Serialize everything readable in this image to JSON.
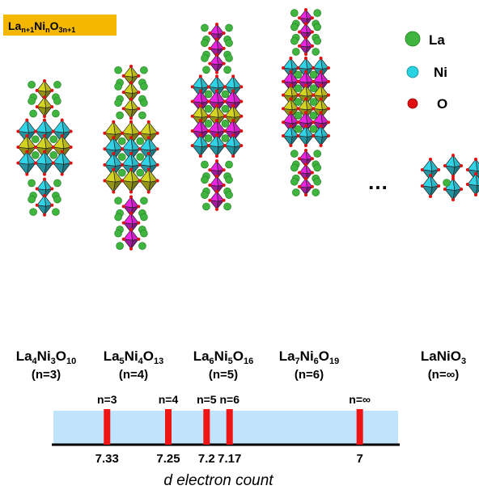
{
  "title_badge": {
    "base": "La",
    "sub1": "n+1",
    "mid": "Ni",
    "sub2": "n",
    "o": "O",
    "sub3": "3n+1",
    "color": "#f5b800"
  },
  "legend": [
    {
      "label": "La",
      "color": "#3fb53f"
    },
    {
      "label": "Ni",
      "color": "#29d3e0"
    },
    {
      "label": "O",
      "color": "#e01010"
    }
  ],
  "ellipsis": "…",
  "colors": {
    "octa_cyan": "#2bb8c8",
    "octa_yellow": "#b8b81e",
    "octa_magenta": "#d020c8",
    "scale_fill": "#bfe4fb",
    "marker": "#f01515"
  },
  "compounds": [
    {
      "parts": [
        [
          "La",
          ""
        ],
        [
          "4",
          "s"
        ],
        [
          "Ni",
          ""
        ],
        [
          "3",
          "s"
        ],
        [
          "O",
          ""
        ],
        [
          "10",
          "s"
        ]
      ],
      "n_label": "(n=3)",
      "n": 3,
      "pattern": [
        "c",
        "y",
        "c"
      ]
    },
    {
      "parts": [
        [
          "La",
          ""
        ],
        [
          "5",
          "s"
        ],
        [
          "Ni",
          ""
        ],
        [
          "4",
          "s"
        ],
        [
          "O",
          ""
        ],
        [
          "13",
          "s"
        ]
      ],
      "n_label": "(n=4)",
      "n": 4,
      "pattern": [
        "y",
        "c",
        "c",
        "y"
      ]
    },
    {
      "parts": [
        [
          "La",
          ""
        ],
        [
          "6",
          "s"
        ],
        [
          "Ni",
          ""
        ],
        [
          "5",
          "s"
        ],
        [
          "O",
          ""
        ],
        [
          "16",
          "s"
        ]
      ],
      "n_label": "(n=5)",
      "n": 5,
      "pattern": [
        "c",
        "m",
        "y",
        "m",
        "c"
      ]
    },
    {
      "parts": [
        [
          "La",
          ""
        ],
        [
          "7",
          "s"
        ],
        [
          "Ni",
          ""
        ],
        [
          "6",
          "s"
        ],
        [
          "O",
          ""
        ],
        [
          "19",
          "s"
        ]
      ],
      "n_label": "(n=6)",
      "n": 6,
      "pattern": [
        "c",
        "m",
        "y",
        "y",
        "m",
        "c"
      ]
    },
    {
      "parts": [
        [
          "LaNiO",
          ""
        ],
        [
          "3",
          "s"
        ]
      ],
      "n_label": "(n=∞)",
      "n": "∞",
      "pattern": [
        "c"
      ]
    }
  ],
  "scale": {
    "markers": [
      {
        "label": "n=3",
        "value": "7.33"
      },
      {
        "label": "n=4",
        "value": "7.25"
      },
      {
        "label": "n=5",
        "value": "7.2"
      },
      {
        "label": "n=6",
        "value": "7.17"
      },
      {
        "label": "n=∞",
        "value": "7"
      }
    ],
    "axis_label": "d electron count"
  }
}
